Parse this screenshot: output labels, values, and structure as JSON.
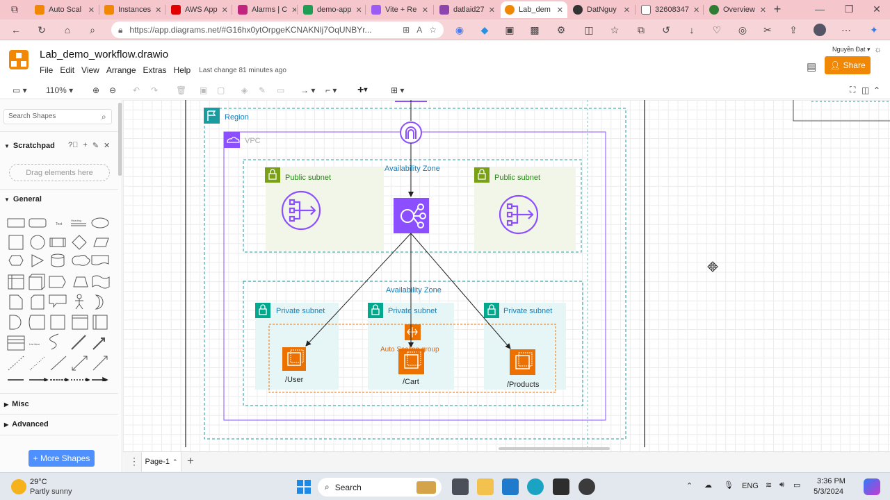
{
  "browser": {
    "tabs": [
      {
        "label": "Auto Scal",
        "color": "#f08705"
      },
      {
        "label": "Instances",
        "color": "#f08705"
      },
      {
        "label": "AWS App",
        "color": "#e00000"
      },
      {
        "label": "Alarms | C",
        "color": "#c0267d"
      },
      {
        "label": "demo-app",
        "color": "#1f9d55"
      },
      {
        "label": "Vite + Re",
        "color": "#9a5cf2"
      },
      {
        "label": "datlaid27",
        "color": "#8e44ad"
      },
      {
        "label": "Lab_dem",
        "color": "#f08705"
      },
      {
        "label": "DatNguy",
        "color": "#333333"
      },
      {
        "label": "32608347",
        "color": "#555555"
      },
      {
        "label": "Overview",
        "color": "#2e7d32"
      }
    ],
    "url": "https://app.diagrams.net/#G16hx0ytOrpgeKCNAKNlj7OqUNBYr..."
  },
  "app": {
    "title": "Lab_demo_workflow.drawio",
    "menus": [
      "File",
      "Edit",
      "View",
      "Arrange",
      "Extras",
      "Help"
    ],
    "last_change": "Last change 81 minutes ago",
    "user": "Nguyễn Đạt",
    "share": "Share",
    "zoom": "110%"
  },
  "sidebar": {
    "search_placeholder": "Search Shapes",
    "scratchpad": "Scratchpad",
    "drag_hint": "Drag elements here",
    "general": "General",
    "misc": "Misc",
    "advanced": "Advanced",
    "more_shapes": "More Shapes",
    "text_shape": "Text",
    "heading_shape": "Heading"
  },
  "diagram": {
    "region": "Region",
    "vpc": "VPC",
    "az_top": "Availability Zone",
    "az_bottom": "Availability Zone",
    "public_subnet_left": "Public subnet",
    "public_subnet_right": "Public subnet",
    "private_subnet_1": "Private subnet",
    "private_subnet_2": "Private subnet",
    "private_subnet_3": "Private subnet",
    "asg": "Auto Scaling group",
    "svc_user": "/User",
    "svc_cart": "/Cart",
    "svc_products": "/Products"
  },
  "pages": {
    "current": "Page-1"
  },
  "taskbar": {
    "weather_temp": "29°C",
    "weather_desc": "Partly sunny",
    "search": "Search",
    "lang": "ENG",
    "time": "3:36 PM",
    "date": "5/3/2024"
  },
  "colors": {
    "accent": "#f08705",
    "vpc": "#8c4fff",
    "subnet_green": "#7aa116",
    "teal": "#01a88d",
    "compute": "#ed7100"
  }
}
